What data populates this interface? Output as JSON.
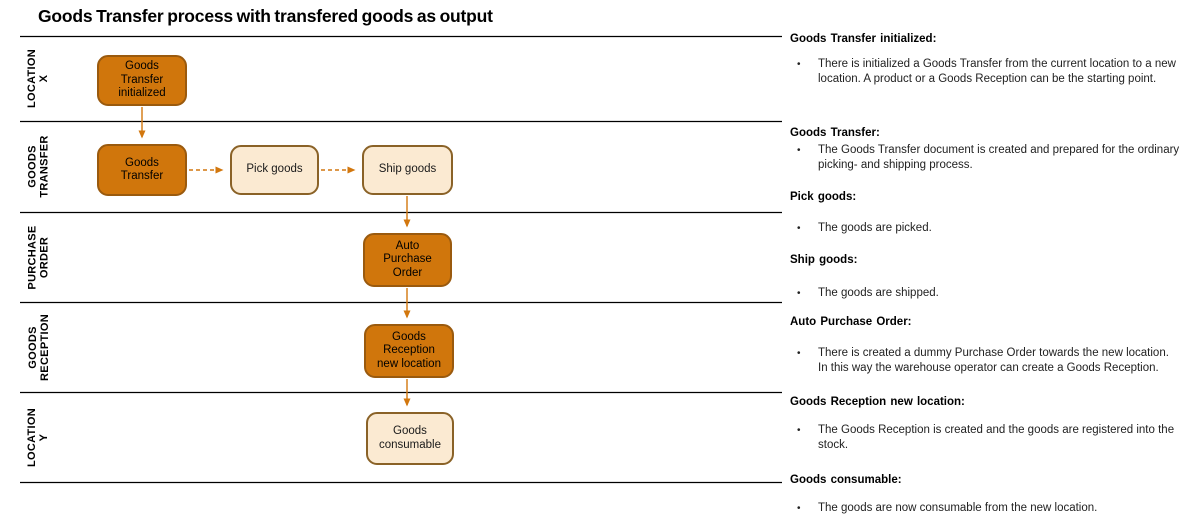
{
  "title": "Goods Transfer process with transfered goods as output",
  "colors": {
    "node_fill": "#D0760C",
    "node_border": "#9A5A0E",
    "node_light_fill": "#FBEAD2",
    "node_light_border": "#8A6227",
    "arrow": "#D2770E",
    "lane_line": "#000000"
  },
  "diagram": {
    "lanes": [
      {
        "label": "LOCATION  X"
      },
      {
        "label": "GOODS\nTRANSFER"
      },
      {
        "label": "PURCHASE\nORDER"
      },
      {
        "label": "GOODS\nRECEPTION"
      },
      {
        "label": "LOCATION  Y"
      }
    ],
    "nodes": [
      {
        "id": "goods-transfer-initialized",
        "label": "Goods\nTransfer\ninitialized",
        "lane": "LOCATION X",
        "variant": "solid"
      },
      {
        "id": "goods-transfer",
        "label": "Goods\nTransfer",
        "lane": "GOODS TRANSFER",
        "variant": "solid"
      },
      {
        "id": "pick-goods",
        "label": "Pick goods",
        "lane": "GOODS TRANSFER",
        "variant": "light"
      },
      {
        "id": "ship-goods",
        "label": "Ship goods",
        "lane": "GOODS TRANSFER",
        "variant": "light"
      },
      {
        "id": "auto-purchase-order",
        "label": "Auto\nPurchase\nOrder",
        "lane": "PURCHASE ORDER",
        "variant": "solid"
      },
      {
        "id": "goods-reception-new-location",
        "label": "Goods\nReception\nnew location",
        "lane": "GOODS RECEPTION",
        "variant": "solid"
      },
      {
        "id": "goods-consumable",
        "label": "Goods\nconsumable",
        "lane": "LOCATION Y",
        "variant": "light"
      }
    ],
    "connections": [
      {
        "from": "goods-transfer-initialized",
        "to": "goods-transfer",
        "style": "solid"
      },
      {
        "from": "goods-transfer",
        "to": "pick-goods",
        "style": "dashed"
      },
      {
        "from": "pick-goods",
        "to": "ship-goods",
        "style": "dashed"
      },
      {
        "from": "ship-goods",
        "to": "auto-purchase-order",
        "style": "solid"
      },
      {
        "from": "auto-purchase-order",
        "to": "goods-reception-new-location",
        "style": "solid"
      },
      {
        "from": "goods-reception-new-location",
        "to": "goods-consumable",
        "style": "solid"
      }
    ]
  },
  "panel": {
    "bullet_char": "•",
    "sections": [
      {
        "heading": "Goods Transfer initialized:",
        "bullets": [
          "There is initialized a Goods Transfer from the current location to a new\nlocation. A product or a Goods Reception can be the starting point."
        ]
      },
      {
        "heading": "Goods Transfer:",
        "bullets": [
          "The Goods Transfer document is created and prepared for the ordinary\npicking- and shipping process."
        ]
      },
      {
        "heading": "Pick goods:",
        "bullets": [
          "The goods are picked."
        ]
      },
      {
        "heading": "Ship goods:",
        "bullets": [
          "The goods are shipped."
        ]
      },
      {
        "heading": "Auto Purchase Order:",
        "bullets": [
          "There is created a dummy Purchase Order towards the new location.\nIn this way the warehouse operator can create a Goods Reception."
        ]
      },
      {
        "heading": "Goods Reception new location:",
        "bullets": [
          "The Goods Reception is created and the goods are registered into the\nstock."
        ]
      },
      {
        "heading": "Goods consumable:",
        "bullets": [
          "The goods are now consumable from the new location."
        ]
      }
    ]
  }
}
